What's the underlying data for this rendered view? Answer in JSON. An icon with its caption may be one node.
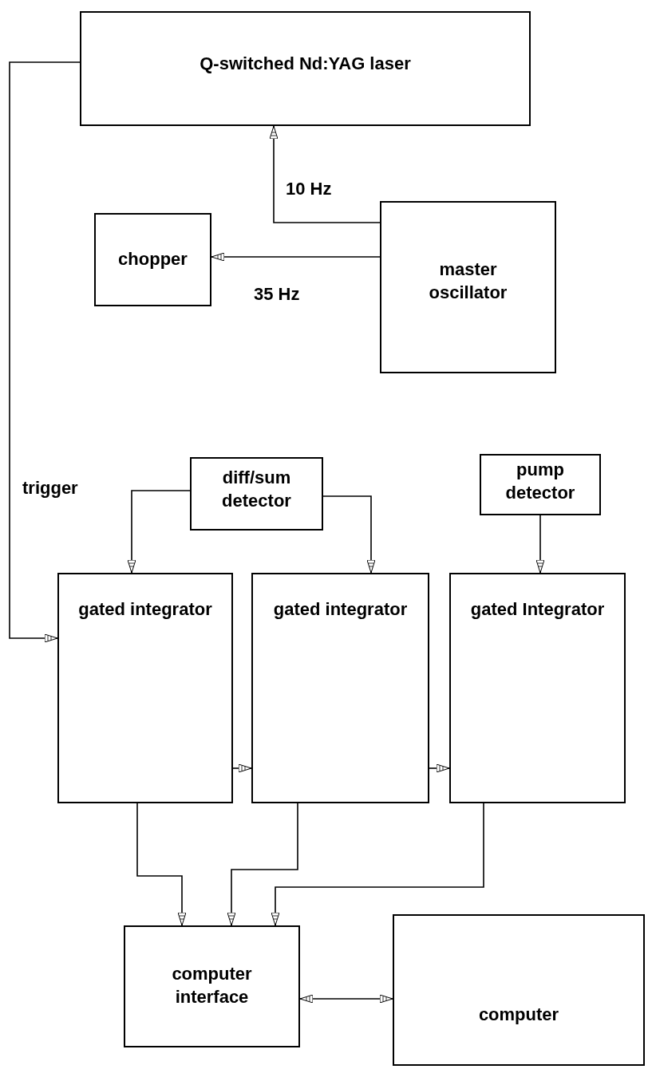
{
  "diagram": {
    "nodes": [
      {
        "text": [
          "Q-switched Nd:YAG laser"
        ]
      },
      {
        "text": [
          "chopper"
        ]
      },
      {
        "text": [
          "master oscillator"
        ]
      },
      {
        "text": [
          "diff/sum detector"
        ]
      },
      {
        "text": [
          "pump detector"
        ]
      },
      {
        "text": [
          "gated integrator"
        ]
      },
      {
        "text": [
          "gated integrator"
        ]
      },
      {
        "text": [
          "gated Integrator"
        ]
      },
      {
        "text": [
          "computer interface"
        ]
      },
      {
        "text": [
          "computer"
        ]
      }
    ],
    "edges": [
      {
        "from": 2,
        "to": 0,
        "arrow": "to",
        "label": "10 Hz"
      },
      {
        "from": 2,
        "to": 1,
        "arrow": "to",
        "label": "35 Hz"
      },
      {
        "from": 0,
        "to": 5,
        "arrow": "to",
        "label": "trigger"
      },
      {
        "from": 3,
        "to": 5,
        "arrow": "to"
      },
      {
        "from": 3,
        "to": 6,
        "arrow": "to"
      },
      {
        "from": 4,
        "to": 7,
        "arrow": "to"
      },
      {
        "from": 5,
        "to": 6,
        "arrow": "to"
      },
      {
        "from": 6,
        "to": 7,
        "arrow": "to"
      },
      {
        "from": 5,
        "to": 8,
        "arrow": "to"
      },
      {
        "from": 6,
        "to": 8,
        "arrow": "to"
      },
      {
        "from": 7,
        "to": 8,
        "arrow": "to"
      },
      {
        "from": 8,
        "to": 9,
        "arrow": "both"
      }
    ]
  }
}
